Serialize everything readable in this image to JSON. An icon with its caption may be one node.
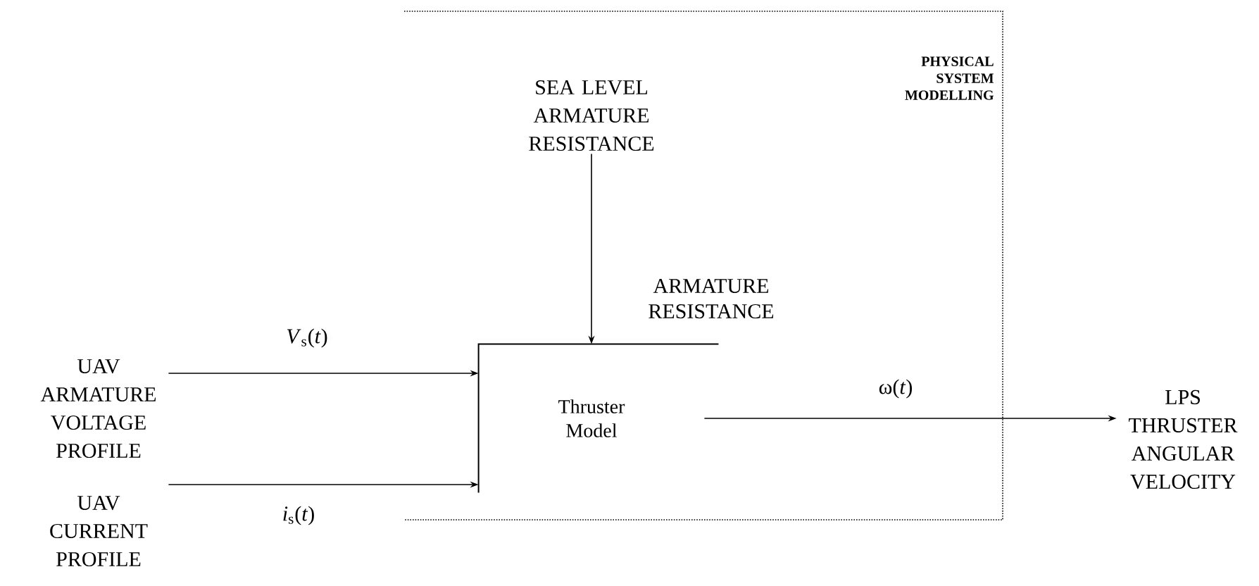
{
  "diagram": {
    "nodes": [
      {
        "text": [
          "PHYSICAL SYSTEM MODELLING"
        ]
      },
      {
        "text": [
          "SEA LEVEL ARMATURE RESISTANCE"
        ],
        "in": 0
      },
      {
        "text": [
          "Thruster Model"
        ],
        "in": 0
      },
      {
        "text": [
          "UAV ARMATURE VOLTAGE PROFILE"
        ]
      },
      {
        "text": [
          "UAV CURRENT PROFILE"
        ]
      },
      {
        "text": [
          "LPS THRUSTER ANGULAR VELOCITY"
        ]
      }
    ],
    "edges": [
      {
        "from": 1,
        "to": 2,
        "arrow": "to",
        "label": "ARMATURE RESISTANCE"
      },
      {
        "from": 3,
        "to": 2,
        "arrow": "to",
        "label": "*V*$_{s}$(*t*)"
      },
      {
        "from": 4,
        "to": 2,
        "arrow": "to",
        "label": "*i*$_{s}$(*t*)"
      },
      {
        "from": 2,
        "to": 5,
        "arrow": "to",
        "label": "ω(*t*)"
      }
    ]
  }
}
